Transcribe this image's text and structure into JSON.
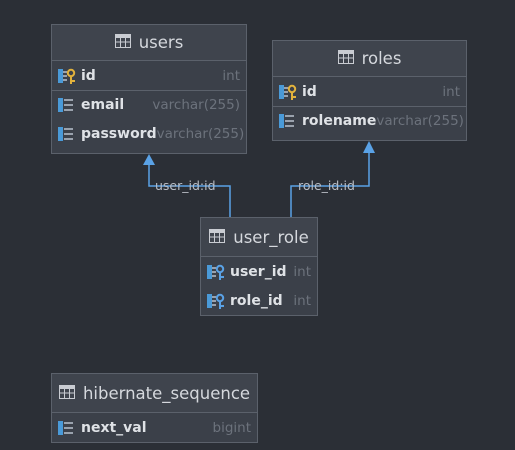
{
  "tables": {
    "users": {
      "name": "users",
      "columns": [
        {
          "name": "id",
          "type": "int",
          "kind": "pk"
        },
        {
          "name": "email",
          "type": "varchar(255)",
          "kind": "col"
        },
        {
          "name": "password",
          "type": "varchar(255)",
          "kind": "col"
        }
      ]
    },
    "roles": {
      "name": "roles",
      "columns": [
        {
          "name": "id",
          "type": "int",
          "kind": "pk"
        },
        {
          "name": "rolename",
          "type": "varchar(255)",
          "kind": "col"
        }
      ]
    },
    "user_role": {
      "name": "user_role",
      "columns": [
        {
          "name": "user_id",
          "type": "int",
          "kind": "fk"
        },
        {
          "name": "role_id",
          "type": "int",
          "kind": "fk"
        }
      ]
    },
    "hibernate_sequence": {
      "name": "hibernate_sequence",
      "columns": [
        {
          "name": "next_val",
          "type": "bigint",
          "kind": "col"
        }
      ]
    }
  },
  "relations": {
    "user_fk": {
      "label": "user_id:id"
    },
    "role_fk": {
      "label": "role_id:id"
    }
  },
  "colors": {
    "background": "#2b2f36",
    "relation_line": "#5aa2e6",
    "key_gold": "#e2b23c",
    "col_blue": "#4a9ad8"
  }
}
